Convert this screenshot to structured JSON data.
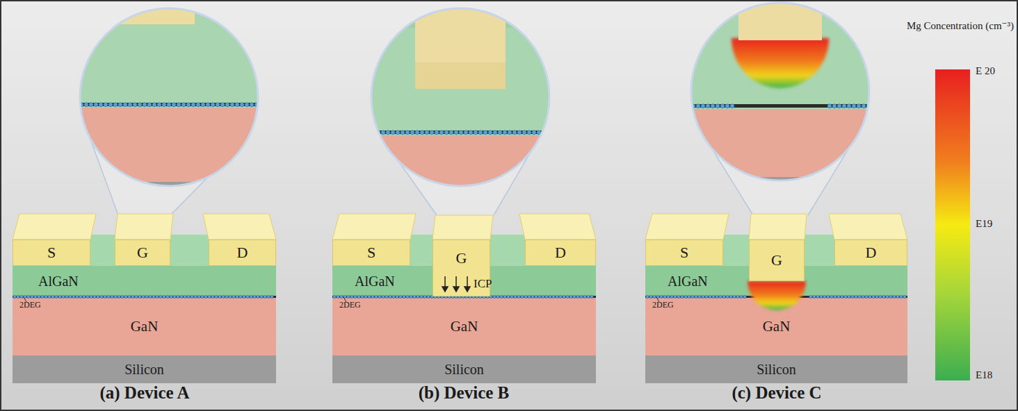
{
  "diagram": {
    "nodes": [
      {
        "text": [
          "S"
        ]
      },
      {
        "text": [
          "G"
        ]
      },
      {
        "text": [
          "D"
        ]
      },
      {
        "text": [
          "AlGaN"
        ]
      },
      {
        "text": [
          "GaN"
        ]
      },
      {
        "text": [
          "Silicon"
        ]
      },
      {
        "text": [
          "S"
        ]
      },
      {
        "text": [
          "G"
        ]
      },
      {
        "text": [
          "D"
        ]
      },
      {
        "text": [
          "AlGaN"
        ]
      },
      {
        "text": [
          "GaN"
        ]
      },
      {
        "text": [
          "Silicon"
        ]
      },
      {
        "text": [
          "S"
        ]
      },
      {
        "text": [
          "G"
        ]
      },
      {
        "text": [
          "D"
        ]
      },
      {
        "text": [
          "AlGaN"
        ]
      },
      {
        "text": [
          "GaN"
        ]
      },
      {
        "text": [
          "Silicon"
        ]
      }
    ],
    "labels": [
      "2DEG",
      "(a) Device A",
      "ICP",
      "2DEG",
      "(b) Device B",
      "2DEG",
      "(c) Device C",
      "Mg Concentration (cm⁻³)",
      "E 20",
      "E19",
      "E18"
    ]
  }
}
